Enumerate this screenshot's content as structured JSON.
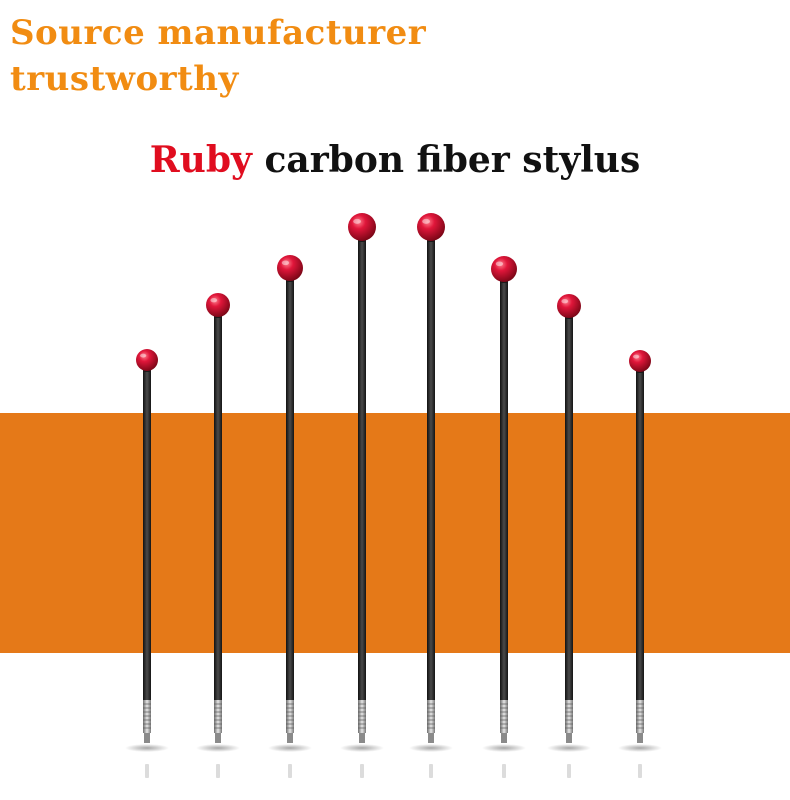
{
  "headline": {
    "line1": "Source manufacturer",
    "line2": "trustworthy"
  },
  "subtitle": {
    "accent": "Ruby",
    "rest": " carbon fiber stylus"
  },
  "colors": {
    "headline": "#f18c12",
    "accent": "#e00d1f",
    "band": "#e57918",
    "ruby": "#c8102e",
    "shaft": "#2b2b2b",
    "thread": "#a9a9a9"
  },
  "product": {
    "stylus_count": 8
  }
}
